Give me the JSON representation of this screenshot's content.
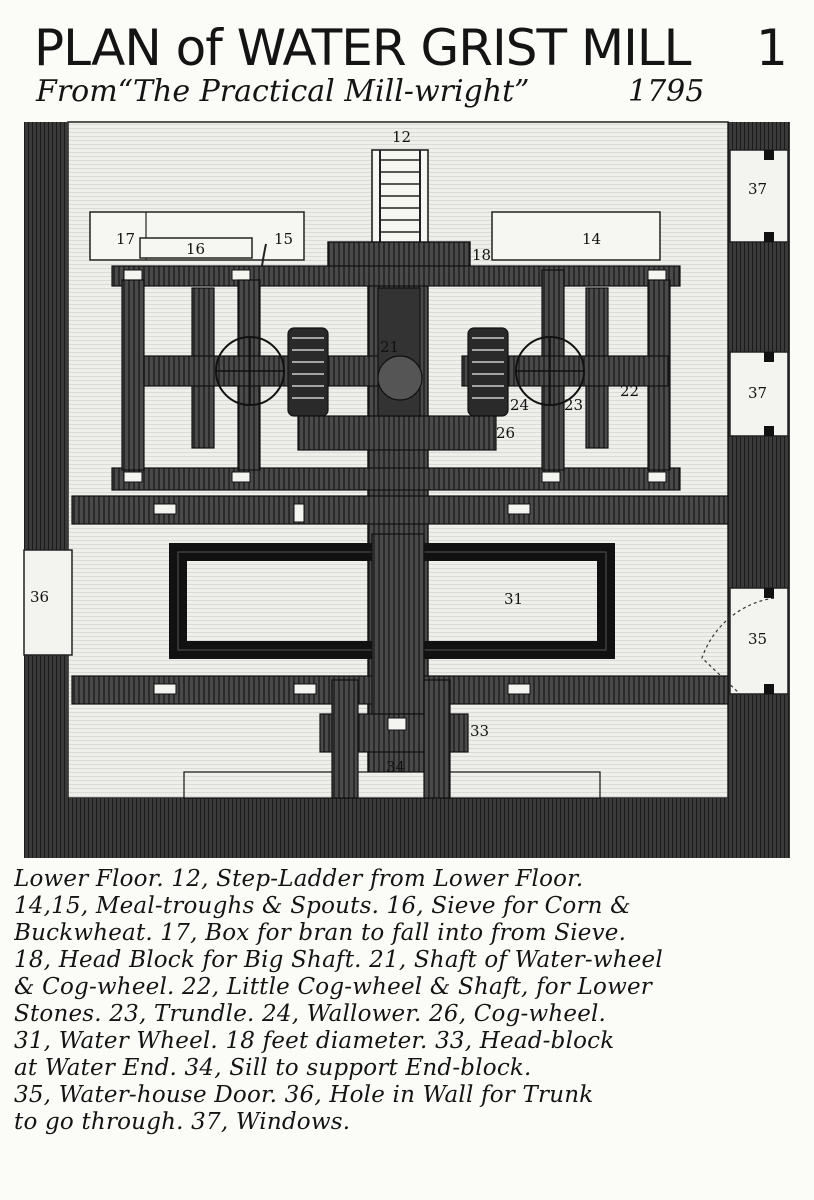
{
  "title": "PLAN of WATER GRIST MILL",
  "plate_number": "1",
  "subtitle": "From“The Practical Mill-wright”",
  "subtitle_year": "1795",
  "diagram": {
    "labels": {
      "l12": "12",
      "l14": "14",
      "l15": "15",
      "l16": "16",
      "l17": "17",
      "l18": "18",
      "l21": "21",
      "l22": "22",
      "l23": "23",
      "l24": "24",
      "l26": "26",
      "l31": "31",
      "l33": "33",
      "l34": "34",
      "l35": "35",
      "l36": "36",
      "l37a": "37",
      "l37b": "37"
    }
  },
  "legend": {
    "lines": [
      "Lower Floor.      12, Step-Ladder from Lower Floor.",
      "14,15, Meal-troughs & Spouts. 16, Sieve for Corn &",
      "Buckwheat. 17, Box for bran to fall into from Sieve.",
      "18, Head Block for Big Shaft. 21, Shaft of Water-wheel",
      "& Cog-wheel. 22, Little Cog-wheel & Shaft, for Lower",
      "Stones. 23, Trundle. 24, Wallower. 26, Cog-wheel.",
      "31, Water Wheel. 18 feet diameter. 33, Head-block",
      "at Water End. 34, Sill to support End-block.",
      "35, Water-house Door. 36, Hole in Wall for Trunk",
      "to go through. 37, Windows."
    ]
  }
}
